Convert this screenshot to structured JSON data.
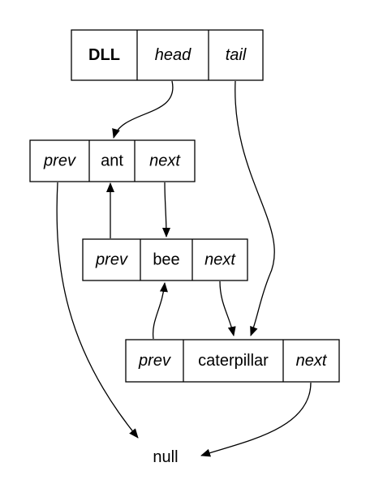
{
  "dll": {
    "title": "DLL",
    "head_label": "head",
    "tail_label": "tail"
  },
  "nodes": [
    {
      "prev_label": "prev",
      "value": "ant",
      "next_label": "next"
    },
    {
      "prev_label": "prev",
      "value": "bee",
      "next_label": "next"
    },
    {
      "prev_label": "prev",
      "value": "caterpillar",
      "next_label": "next"
    }
  ],
  "null_label": "null",
  "colors": {
    "stroke": "#000000",
    "fill": "#ffffff",
    "text": "#000000"
  }
}
